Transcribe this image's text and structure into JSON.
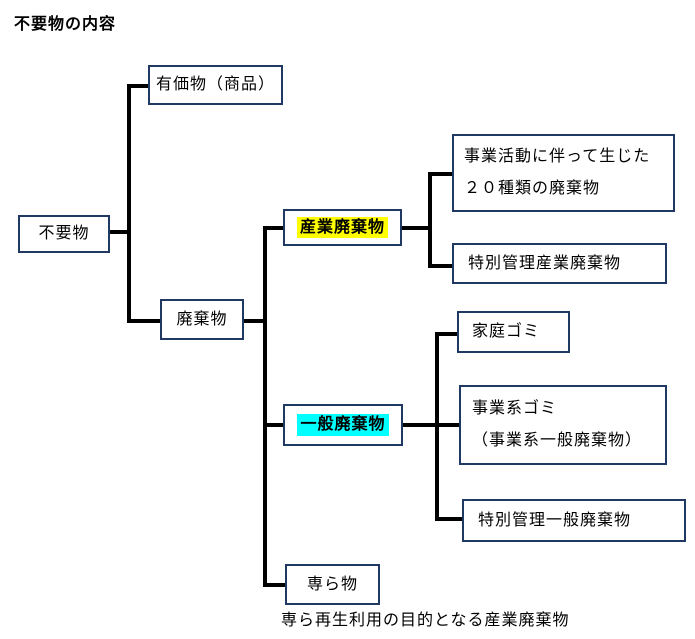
{
  "title": "不要物の内容",
  "caption": "専ら再生利用の目的となる産業廃棄物",
  "colors": {
    "box_border": "#1F3864",
    "connector": "#000000",
    "highlight_yellow": "#FFFF00",
    "highlight_cyan": "#00FFFF",
    "text": "#000000",
    "background": "#FFFFFF"
  },
  "nodes": {
    "fuyoubutsu": {
      "label": "不要物"
    },
    "yuukabutsu": {
      "label": "有価物（商品）"
    },
    "haikibutsu": {
      "label": "廃棄物"
    },
    "sangyou_haikibutsu": {
      "label": "産業廃棄物",
      "highlight": "#FFFF00"
    },
    "ippan_haikibutsu": {
      "label": "一般廃棄物",
      "highlight": "#00FFFF"
    },
    "moppara_mono": {
      "label": "専ら物"
    },
    "jigyou_20shurui": {
      "line1": "事業活動に伴って生じた",
      "line2": "２０種類の廃棄物"
    },
    "tokubetsu_kanri_sangyou": {
      "label": "特別管理産業廃棄物"
    },
    "katei_gomi": {
      "label": "家庭ゴミ"
    },
    "jigyoukei_gomi": {
      "line1": "事業系ゴミ",
      "line2": "（事業系一般廃棄物）"
    },
    "tokubetsu_kanri_ippan": {
      "label": "特別管理一般廃棄物"
    }
  }
}
